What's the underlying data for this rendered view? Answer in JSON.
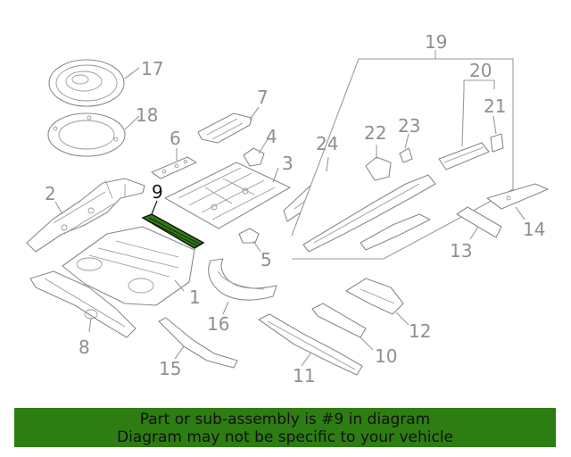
{
  "diagram": {
    "highlight_color": "#2e7d12",
    "highlighted_part": "9",
    "callouts": {
      "c1": "1",
      "c2": "2",
      "c3": "3",
      "c4": "4",
      "c5": "5",
      "c6": "6",
      "c7": "7",
      "c8": "8",
      "c9": "9",
      "c10": "10",
      "c11": "11",
      "c12": "12",
      "c13": "13",
      "c14": "14",
      "c15": "15",
      "c16": "16",
      "c17": "17",
      "c18": "18",
      "c19": "19",
      "c20": "20",
      "c21": "21",
      "c22": "22",
      "c23": "23",
      "c24": "24"
    }
  },
  "footer": {
    "line1": "Part or sub-assembly is #9 in diagram",
    "line2": "Diagram may not be specific to your vehicle",
    "background": "#2e7d12"
  }
}
